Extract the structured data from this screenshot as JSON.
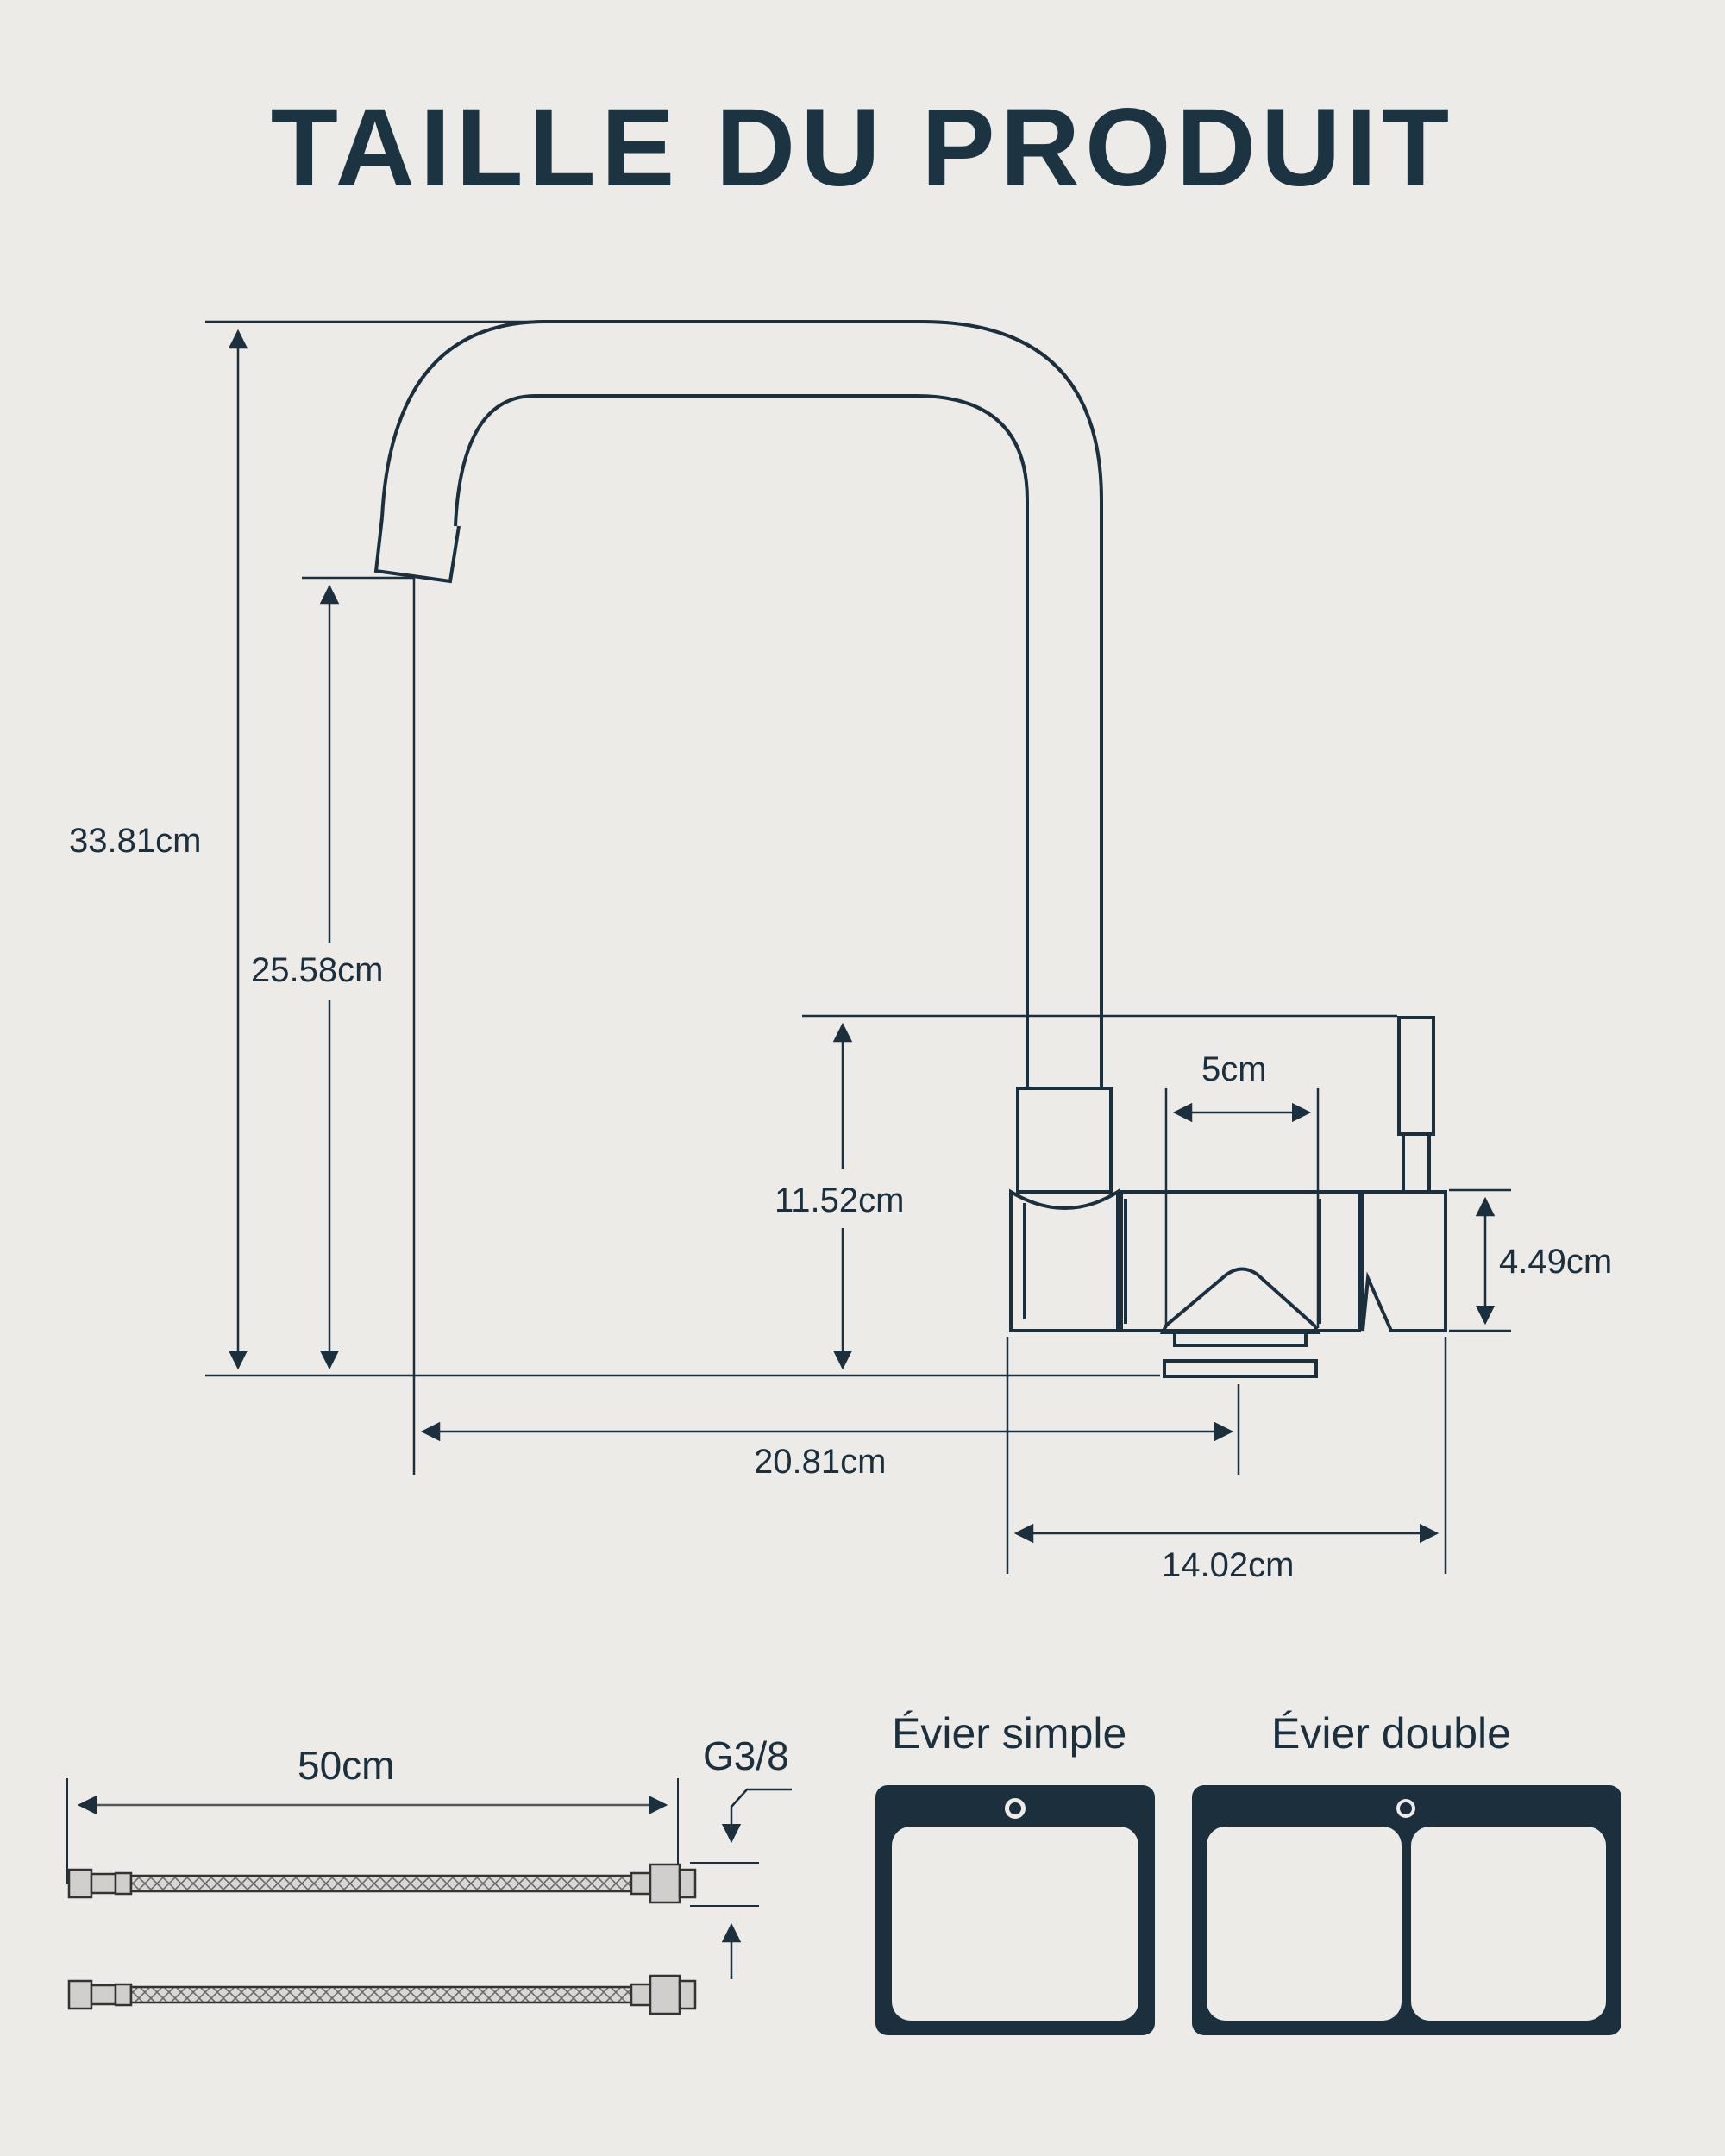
{
  "title": "TAILLE DU PRODUIT",
  "dimensions": {
    "total_height": "33.81cm",
    "spout_height": "25.58cm",
    "body_height": "11.52cm",
    "handle_span": "5cm",
    "base_height": "4.49cm",
    "spout_reach": "20.81cm",
    "base_width": "14.02cm"
  },
  "hose": {
    "length": "50cm",
    "thread": "G3/8"
  },
  "sinks": {
    "single": "Évier simple",
    "double": "Évier double"
  },
  "colors": {
    "background": "#ecebe8",
    "line": "#1c2f3c",
    "sink_fill": "#1c2f3c"
  }
}
